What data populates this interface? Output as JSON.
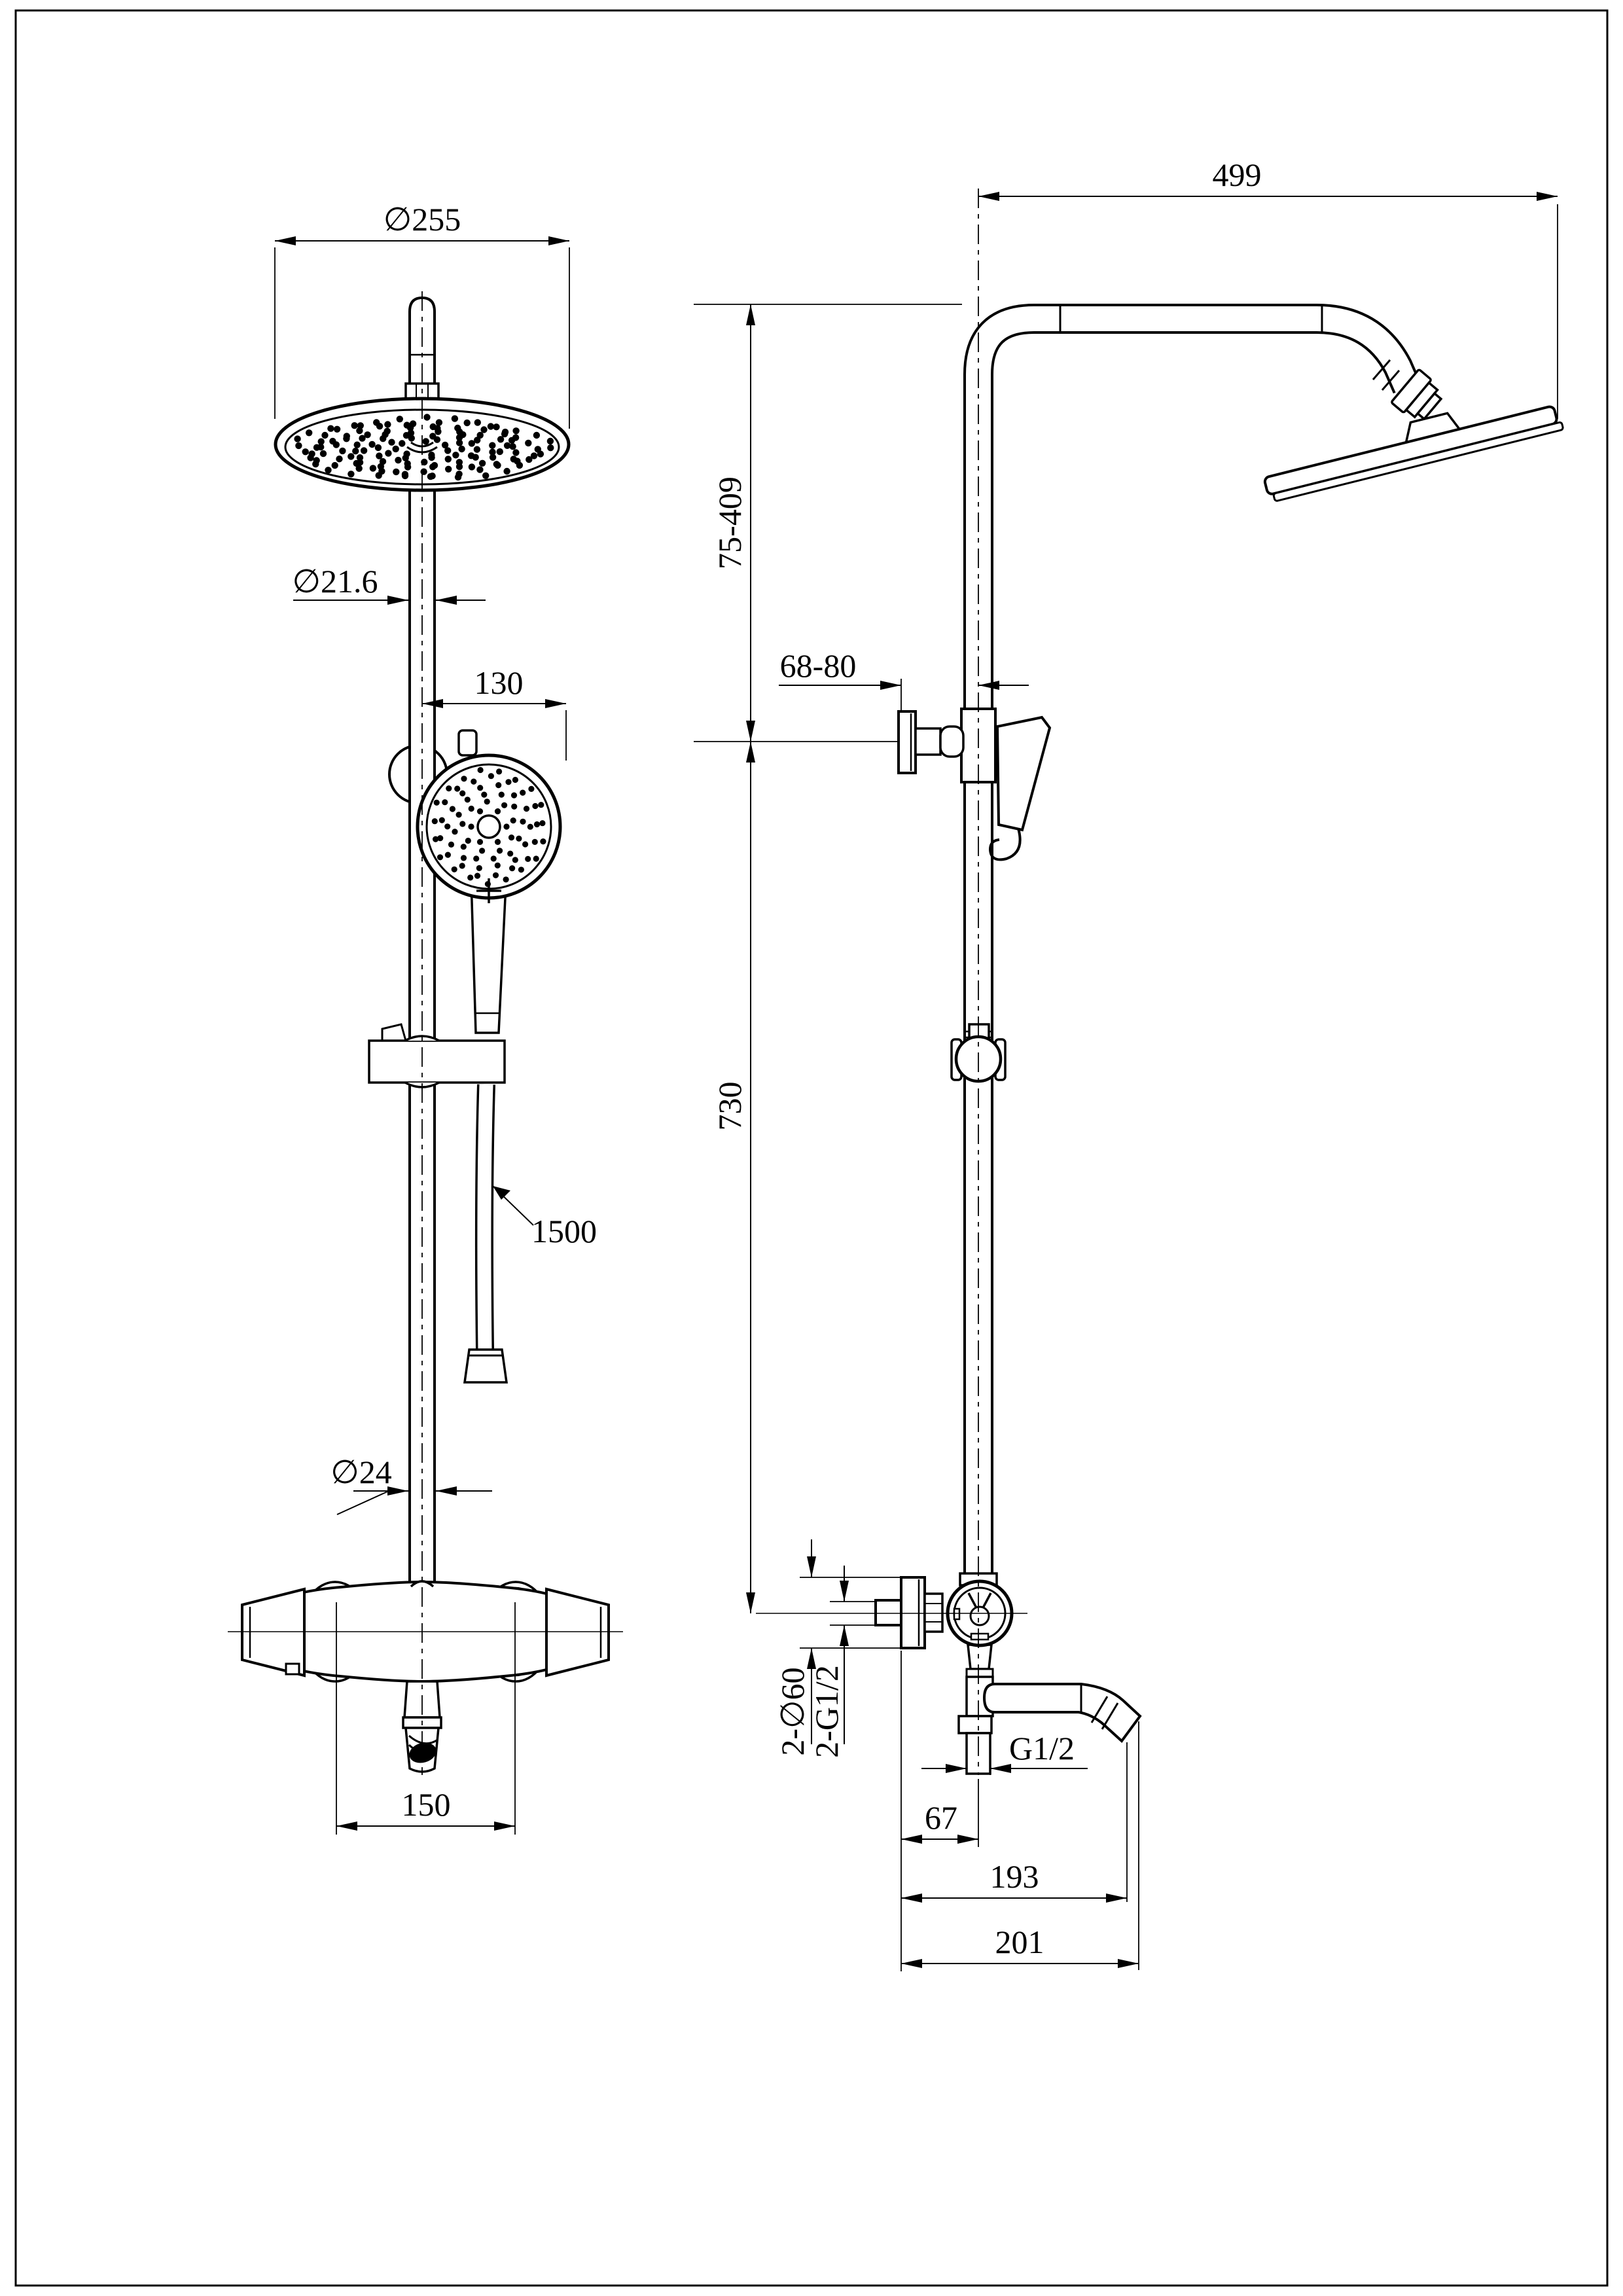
{
  "drawing": {
    "front_view": {
      "dim_head_diameter": "∅255",
      "dim_riser_diameter": "∅21.6",
      "dim_handshower_offset": "130",
      "dim_hose_length": "1500",
      "dim_lower_pipe_diameter": "∅24",
      "dim_valve_center_spacing": "150"
    },
    "side_view": {
      "dim_arm_reach": "499",
      "dim_adjust_range": "75-409",
      "dim_wall_to_pole": "68-80",
      "dim_slide_bar": "730",
      "dim_escutcheons": "2-∅60",
      "dim_inlet_threads": "2-G1/2",
      "dim_outlet_thread": "G1/2",
      "dim_outlet_offset": "67",
      "dim_spout_reach": "193",
      "dim_spout_overall": "201"
    },
    "colors": {
      "ink": "#000000",
      "paper": "#ffffff"
    }
  }
}
